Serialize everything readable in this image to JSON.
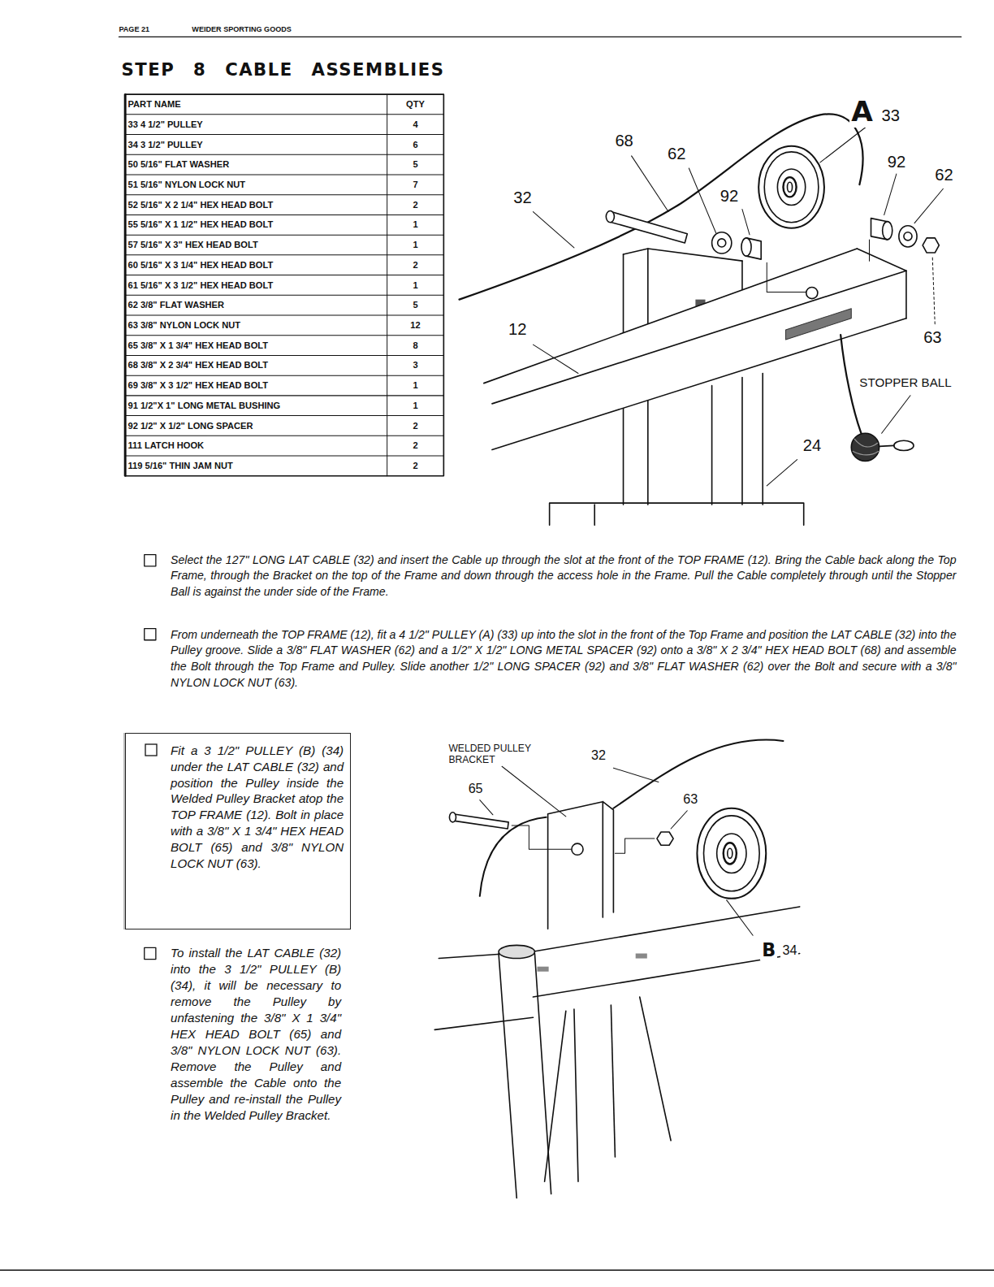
{
  "diagram": {
    "title": "STEP 8 CABLE ASSEMBLIES",
    "nodes": [
      {
        "text": [
          "Fit a 3 1/2\" PULLEY (B) (34) under the LAT CABLE (32) and position the Pulley inside the Welded Pulley Bracket atop the TOP FRAME (12). Bolt in place with a 3/8\" X 1 3/4\" HEX HEAD BOLT (65) and 3/8\" NYLON LOCK NUT (63)."
        ]
      }
    ],
    "labels": [
      "PAGE 21",
      "WEIDER SPORTING GOODS",
      "PART NAME",
      "QTY",
      "33 4 1/2\" PULLEY",
      "4",
      "34 3 1/2\" PULLEY",
      "6",
      "50 5/16\" FLAT WASHER",
      "5",
      "51 5/16\" NYLON LOCK NUT",
      "7",
      "52 5/16\" X 2 1/4\" HEX HEAD BOLT",
      "2",
      "55 5/16\" X 1 1/2\" HEX HEAD BOLT",
      "1",
      "57 5/16\" X 3\" HEX HEAD BOLT",
      "1",
      "60 5/16\" X 3 1/4\" HEX HEAD BOLT",
      "2",
      "61 5/16\" X 3 1/2\" HEX HEAD BOLT",
      "1",
      "62 3/8\" FLAT WASHER",
      "5",
      "63 3/8\" NYLON LOCK NUT",
      "12",
      "65 3/8\" X 1 3/4\" HEX HEAD BOLT",
      "8",
      "68 3/8\" X 2 3/4\" HEX HEAD BOLT",
      "3",
      "69 3/8\" X 3 1/2\" HEX HEAD BOLT",
      "1",
      "91 1/2\"X 1\" LONG METAL BUSHING",
      "1",
      "92 1/2\" X 1/2\" LONG SPACER",
      "2",
      "111 LATCH HOOK",
      "2",
      "119 5/16\" THIN JAM NUT",
      "2",
      "Select the 127\" LONG LAT CABLE (32) and insert the Cable up through the slot at the front of the TOP FRAME (12). Bring the Cable back along the Top Frame, through the Bracket on the top of the Frame and down through the access hole in the Frame. Pull the Cable completely through until the Stopper Ball is against the under side of the Frame.",
      "From underneath the TOP FRAME (12), fit a 4 1/2\" PULLEY (A) (33) up into the slot in the front of the Top Frame and position the LAT CABLE (32) into the Pulley groove. Slide a 3/8\" FLAT WASHER (62) and a 1/2\" X 1/2\" LONG METAL SPACER (92) onto a 3/8\" X 2 3/4\" HEX HEAD BOLT (68) and assemble the Bolt through the Top Frame and Pulley. Slide another 1/2\" LONG SPACER (92) and 3/8\" FLAT WASHER (62) over the Bolt and secure with a 3/8\" NYLON LOCK NUT (63).",
      "To install the LAT CABLE (32) into the 3 1/2\" PULLEY (B) (34), it will be necessary to remove the Pulley by unfastening the 3/8\" X 1 3/4\" HEX HEAD BOLT (65) and 3/8\" NYLON LOCK NUT (63). Remove the Pulley and assemble the Cable onto the Pulley and re-install the Pulley in the Welded Pulley Bracket.",
      "A",
      "33",
      "68",
      "62",
      "32",
      "92",
      "92",
      "62",
      "12",
      "63",
      "STOPPER BALL",
      "24",
      "WELDED PULLEY BRACKET",
      "32",
      "65",
      "63",
      "B",
      "34"
    ]
  }
}
